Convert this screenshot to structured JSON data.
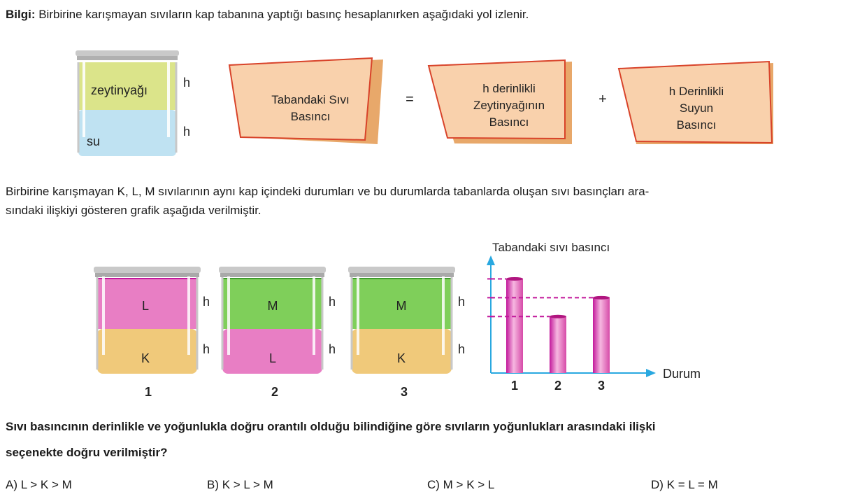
{
  "info": {
    "label": "Bilgi:",
    "text": " Birbirine karışmayan sıvıların kap tabanına yaptığı basınç hesaplanırken aşağıdaki yol izlenir."
  },
  "beaker_info": {
    "top_liquid": "zeytinyağı",
    "bottom_liquid": "su",
    "height_label": "h"
  },
  "formula": {
    "box1": [
      "Tabandaki Sıvı",
      "Basıncı"
    ],
    "equals": "=",
    "box2": [
      "h derinlikli",
      "Zeytinyağının",
      "Basıncı"
    ],
    "plus": "+",
    "box3": [
      "h Derinlikli",
      "Suyun",
      "Basıncı"
    ]
  },
  "description": {
    "line1": "Birbirine karışmayan K, L, M sıvılarının aynı kap içindeki durumları ve bu durumlarda tabanlarda oluşan sıvı basınçları ara-",
    "line2": "sındaki ilişkiyi gösteren grafik aşağıda verilmiştir."
  },
  "beakers": [
    {
      "number": "1",
      "top": "L",
      "bottom": "K",
      "h": "h",
      "top_color": "#e87ec4",
      "bottom_color": "#f0c97a"
    },
    {
      "number": "2",
      "top": "M",
      "bottom": "L",
      "h": "h",
      "top_color": "#7fcf5a",
      "bottom_color": "#e87ec4"
    },
    {
      "number": "3",
      "top": "M",
      "bottom": "K",
      "h": "h",
      "top_color": "#7fcf5a",
      "bottom_color": "#f0c97a"
    }
  ],
  "chart_data": {
    "type": "bar",
    "ylabel": "Tabandaki sıvı basıncı",
    "xlabel": "Durum",
    "categories": [
      "1",
      "2",
      "3"
    ],
    "values": [
      5,
      3,
      4
    ],
    "ylim": [
      0,
      5.5
    ],
    "dashed_guides": true,
    "bar_color": "#e87ec4",
    "axis_color": "#29a8e0"
  },
  "question": {
    "line1": "Sıvı basıncının derinlikle ve yoğunlukla doğru orantılı olduğu bilindiğine göre sıvıların yoğunlukları arasındaki ilişki",
    "line2": "seçenekte doğru verilmiştir?"
  },
  "options": [
    {
      "label": "A) L > K > M"
    },
    {
      "label": "B) K > L > M"
    },
    {
      "label": "C) M > K > L"
    },
    {
      "label": "D) K = L = M"
    }
  ]
}
